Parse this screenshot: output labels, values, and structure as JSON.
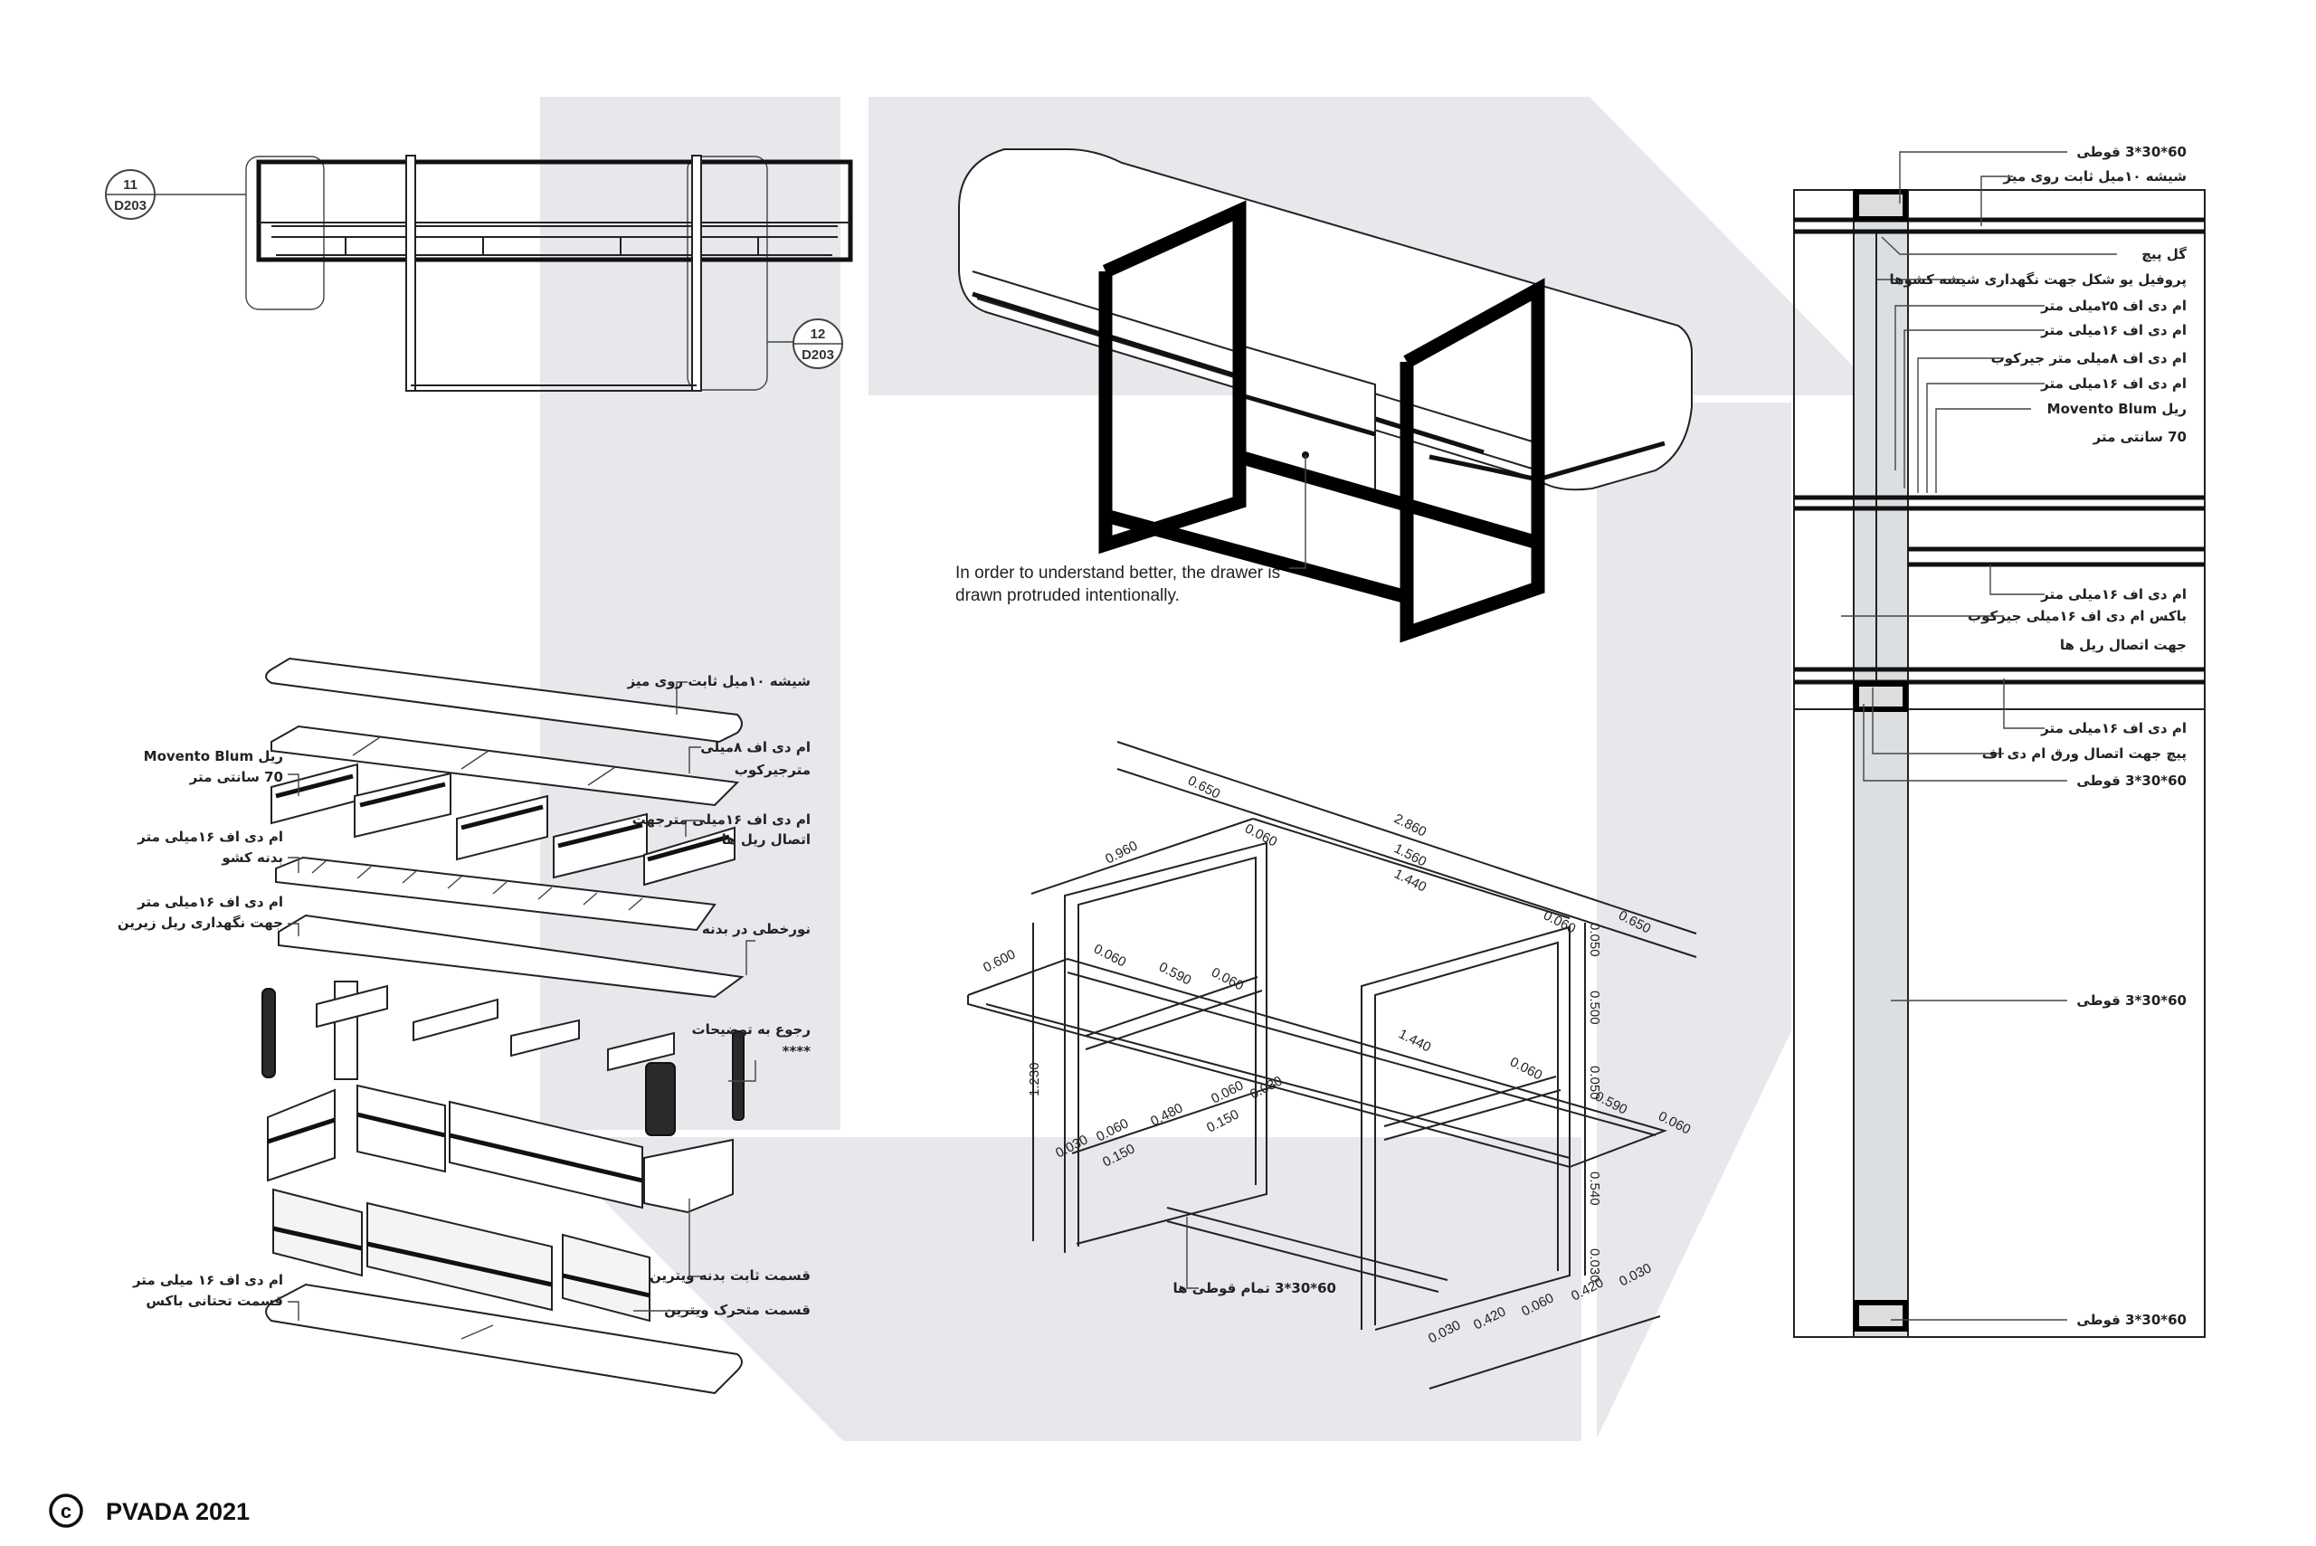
{
  "footer": {
    "copyright_symbol": "c",
    "credit": "PVADA 2021"
  },
  "elevation": {
    "callout_11_number": "11",
    "callout_11_sheet": "D203",
    "callout_12_number": "12",
    "callout_12_sheet": "D203"
  },
  "isometric_note": {
    "line1": "In order to understand better, the drawer is",
    "line2": "drawn  protruded intentionally."
  },
  "exploded_labels": {
    "glass_top": "شیشه ۱۰میل ثابت روی میز",
    "mdf8_line1": "ام دی اف ۸میلی",
    "mdf8_line2": "مترجیرکوب",
    "mdf16_rail_line1": "ام دی اف ۱۶میلی مترجهت",
    "mdf16_rail_line2": "اتصال ریل ها",
    "linear_light": "نورخطی در بدنه",
    "refer_line1": "رجوع به توضیحات",
    "refer_line2": "****",
    "fixed_part": "قسمت ثابت بدنه ویترین",
    "moving_part": "قسمت متحرک ویترین",
    "rail_line1": "ریل Movento Blum",
    "rail_line2": "70 سانتی متر",
    "drawer_body_line1": "ام دی اف ۱۶میلی متر",
    "drawer_body_line2": "بدنه کشو",
    "lower_rail_line1": "ام دی اف ۱۶میلی متر",
    "lower_rail_line2": "جهت نگهداری ریل زیرین",
    "box_bottom_line1": "ام دی اف ۱۶ میلی متر",
    "box_bottom_line2": "قسمت تحتانی باکس"
  },
  "frame_dims": [
    "0.650",
    "2.860",
    "1.560",
    "1.440",
    "0.060",
    "0.960",
    "0.060",
    "0.650",
    "0.050",
    "0.600",
    "0.060",
    "0.590",
    "0.060",
    "0.500",
    "1.440",
    "0.060",
    "0.050",
    "0.590",
    "0.060",
    "1.230",
    "0.030",
    "0.060",
    "0.150",
    "0.480",
    "0.060",
    "0.030",
    "0.150",
    "0.540",
    "0.030",
    "0.030",
    "0.420",
    "0.060",
    "0.420",
    "0.030"
  ],
  "frame_label": "60*30*3 تمام قوطی ها",
  "section_labels": [
    "60*30*3 قوطی",
    "شیشه ۱۰میل ثابت روی میز",
    "گل پیچ",
    "پروفیل یو شکل جهت نگهداری شیشه کشوها",
    "ام دی اف ۲۵میلی متر",
    "ام دی اف ۱۶میلی متر",
    "ام دی اف ۸میلی متر جیرکوب",
    "ام دی اف ۱۶میلی متر",
    "ریل Movento Blum",
    "70 سانتی متر",
    "ام دی اف ۱۶میلی متر",
    "باکس ام دی اف ۱۶میلی جیرکوب",
    "جهت اتصال ریل ها",
    "ام دی اف ۱۶میلی متر",
    "پیچ جهت اتصال ورق ام دی اف",
    "60*30*3 قوطی",
    "60*30*3 قوطی",
    "60*30*3 قوطی"
  ],
  "colors": {
    "background_shape": "#e6e8eb",
    "ink": "#222222"
  }
}
